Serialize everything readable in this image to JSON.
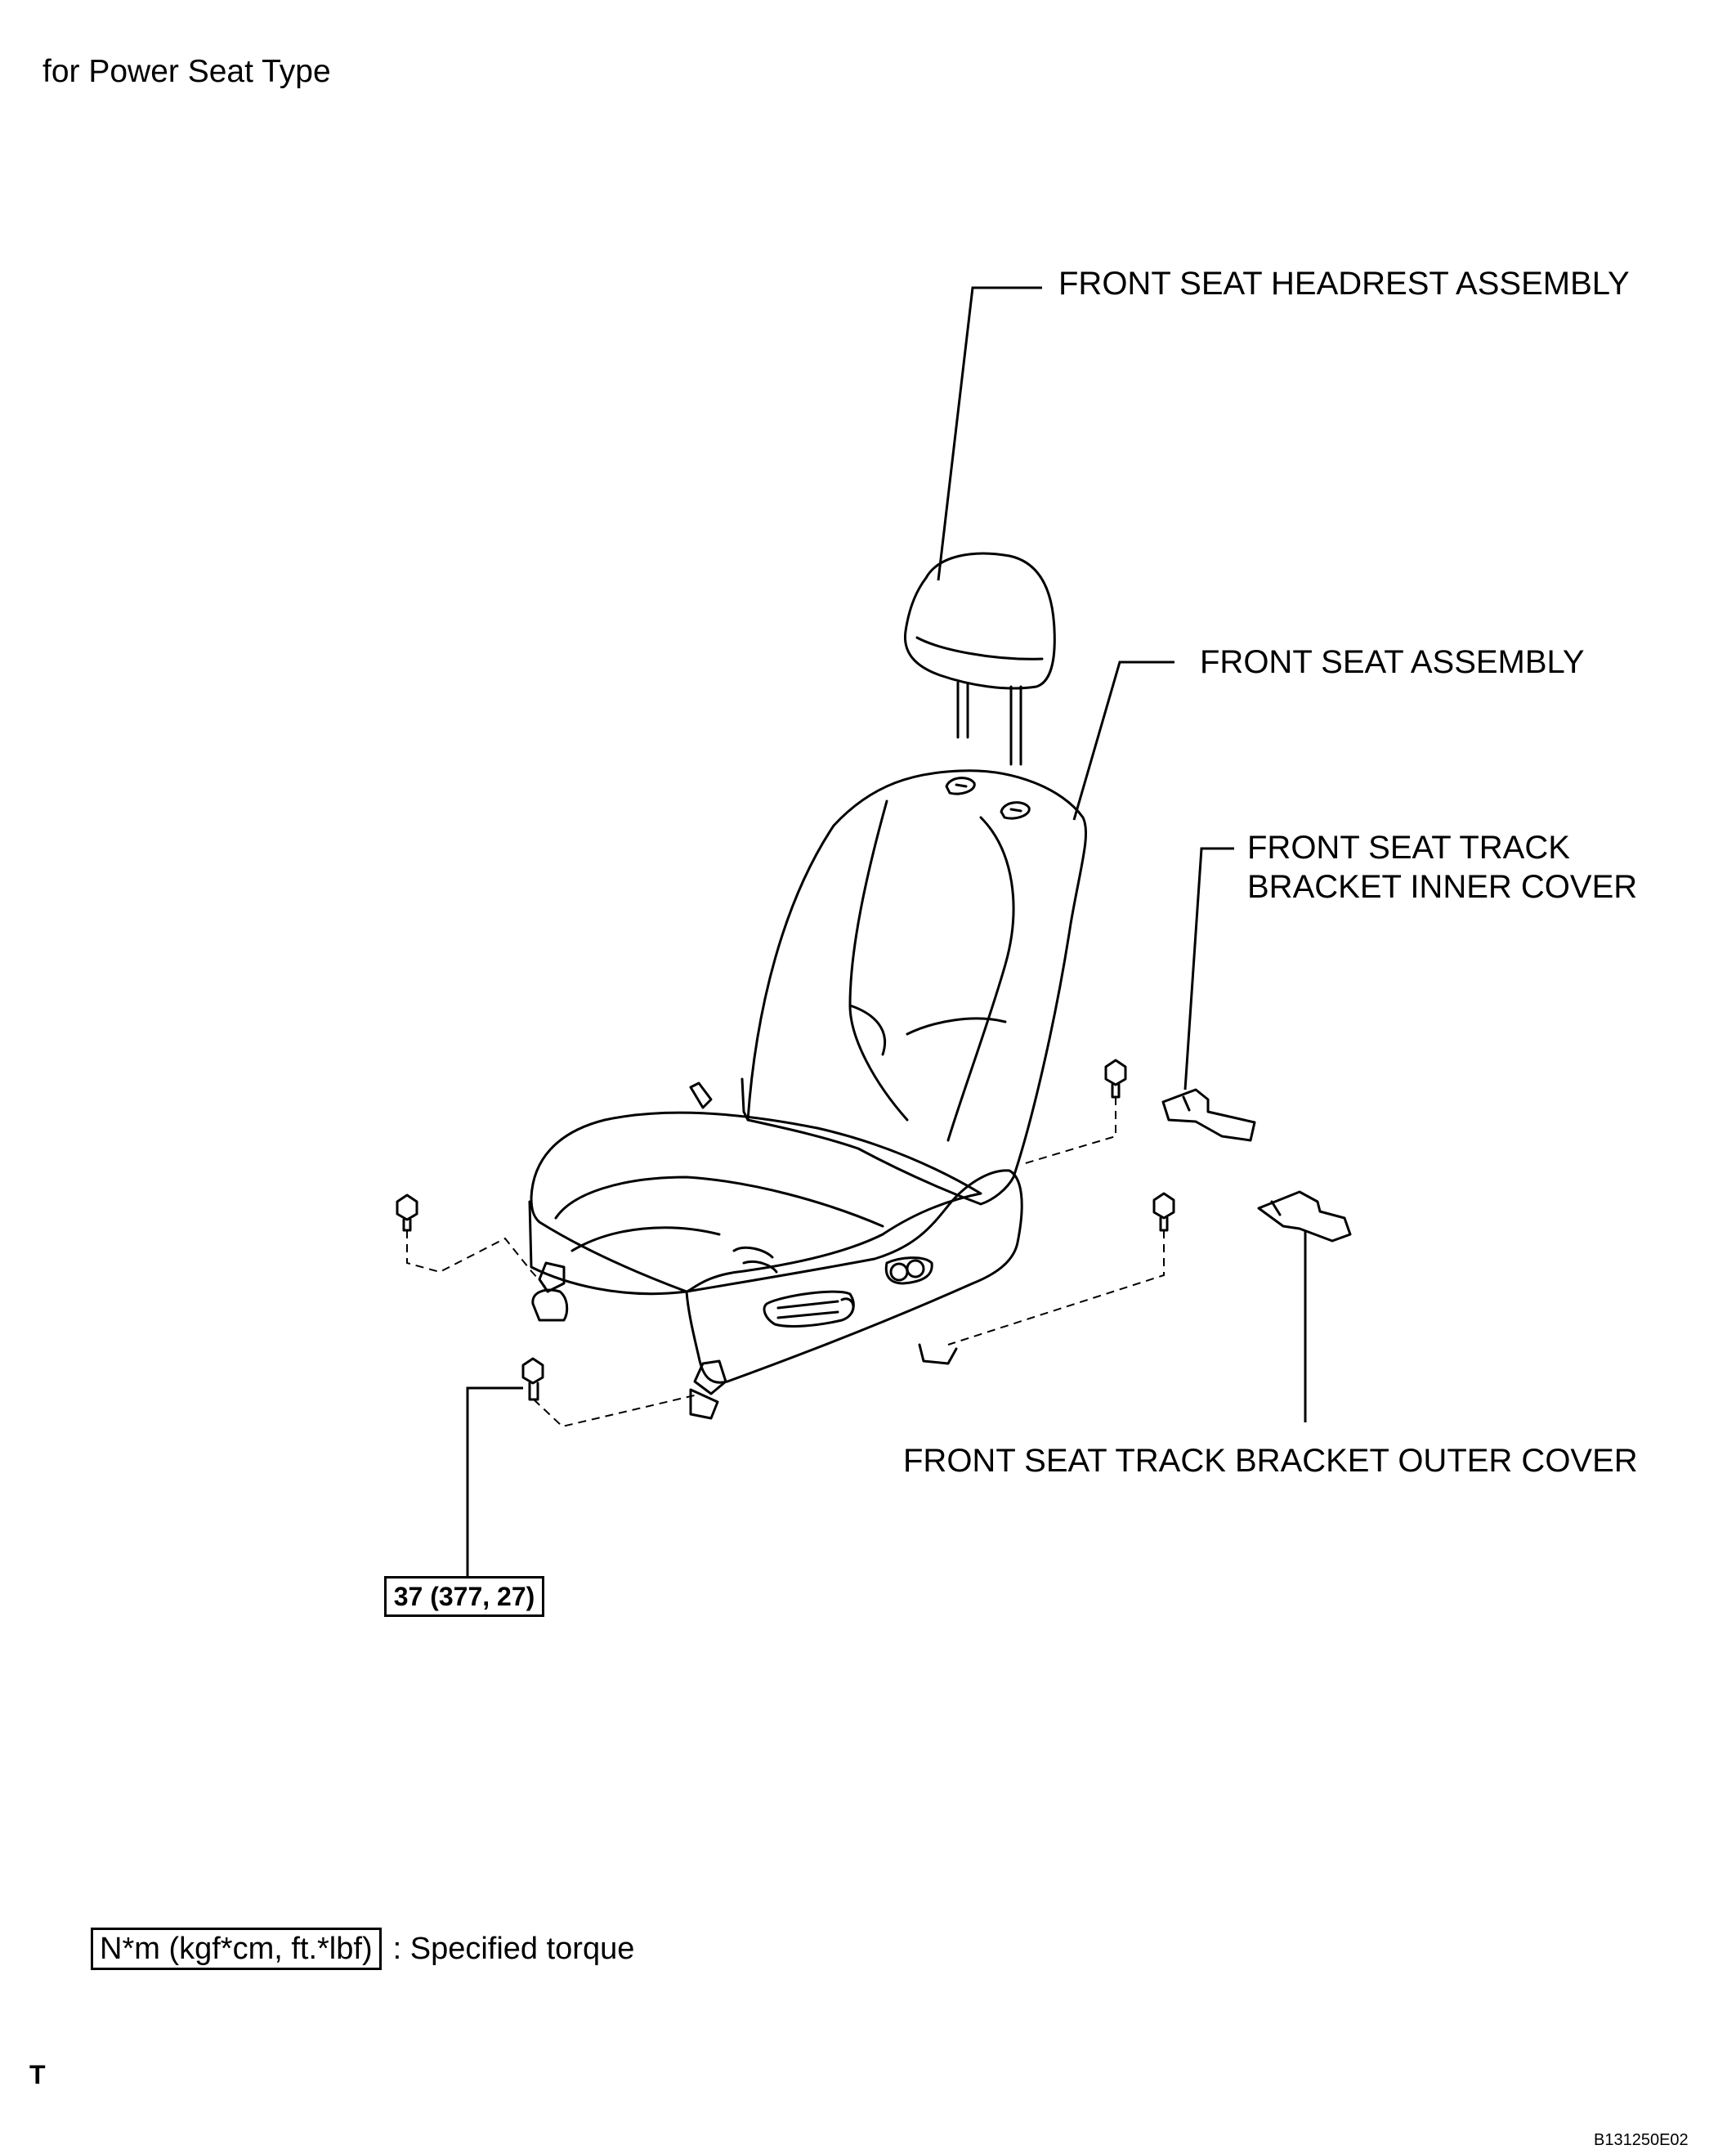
{
  "caption": "for Power Seat Type",
  "labels": {
    "headrest": "FRONT SEAT HEADREST ASSEMBLY",
    "seat": "FRONT SEAT ASSEMBLY",
    "inner_cover_line1": "FRONT SEAT TRACK",
    "inner_cover_line2": "BRACKET INNER COVER",
    "outer_cover": "FRONT SEAT TRACK BRACKET OUTER COVER"
  },
  "torque": {
    "value": "37 (377, 27)"
  },
  "legend": {
    "unit": "N*m (kgf*cm, ft.*lbf)",
    "description": ": Specified torque"
  },
  "corner_mark": "T",
  "figure_id": "B131250E02"
}
